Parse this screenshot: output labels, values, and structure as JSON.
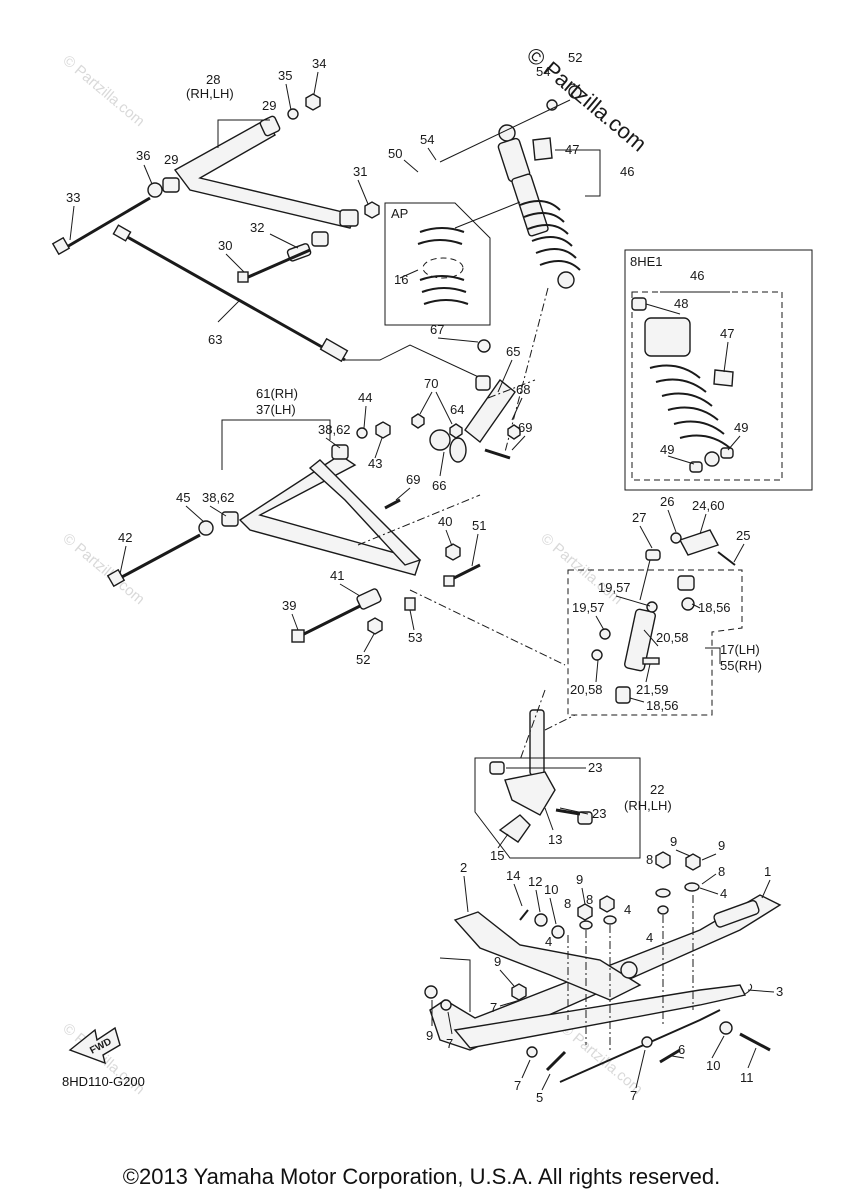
{
  "brand_text": "© Partzilla.com",
  "watermark_text": "© Partzilla.com",
  "copyright": "©2013 Yamaha Motor Corporation, U.S.A. All rights reserved.",
  "diagram_code": "8HD110-G200",
  "fwd_label": "FWD",
  "inset": {
    "ap_label": "AP",
    "variant_label": "8HE1"
  },
  "callouts": {
    "c52a": "52",
    "c54a": "54",
    "c34": "34",
    "c35": "35",
    "c28": "28",
    "c28b": "(RH,LH)",
    "c29a": "29",
    "c29b": "29",
    "c36": "36",
    "c31": "31",
    "c50": "50",
    "c54b": "54",
    "c47a": "47",
    "c46a": "46",
    "c33": "33",
    "c32": "32",
    "c30": "30",
    "c16": "16",
    "c63": "63",
    "c67": "67",
    "c65": "65",
    "c46b": "46",
    "c48": "48",
    "c47b": "47",
    "c49a": "49",
    "c49b": "49",
    "c61": "61(RH)",
    "c37": "37(LH)",
    "c44": "44",
    "c3862a": "38,62",
    "c43": "43",
    "c70": "70",
    "c64": "64",
    "c68": "68",
    "c69a": "69",
    "c69b": "69",
    "c66": "66",
    "c45": "45",
    "c3862b": "38,62",
    "c42": "42",
    "c40": "40",
    "c51": "51",
    "c41": "41",
    "c39": "39",
    "c52b": "52",
    "c53": "53",
    "c26": "26",
    "c2460": "24,60",
    "c27": "27",
    "c25": "25",
    "c1957a": "19,57",
    "c1957b": "19,57",
    "c1856a": "18,56",
    "c2058a": "20,58",
    "c17": "17(LH)",
    "c55": "55(RH)",
    "c2058b": "20,58",
    "c2159": "21,59",
    "c1856b": "18,56",
    "c23a": "23",
    "c22": "22",
    "c22b": "(RH,LH)",
    "c23b": "23",
    "c13": "13",
    "c15": "15",
    "c9a": "9",
    "c9b": "9",
    "c8a": "8",
    "c8b": "8",
    "c4a": "4",
    "c1": "1",
    "c2": "2",
    "c14": "14",
    "c12": "12",
    "c10a": "10",
    "c9c": "9",
    "c8c": "8",
    "c4b": "4",
    "c8d": "8",
    "c4c": "4",
    "c4d": "4",
    "c9d": "9",
    "c3": "3",
    "c7a": "7",
    "c9e": "9",
    "c7b": "7",
    "c6": "6",
    "c10b": "10",
    "c11": "11",
    "c7c": "7",
    "c5": "5",
    "c7d": "7"
  }
}
